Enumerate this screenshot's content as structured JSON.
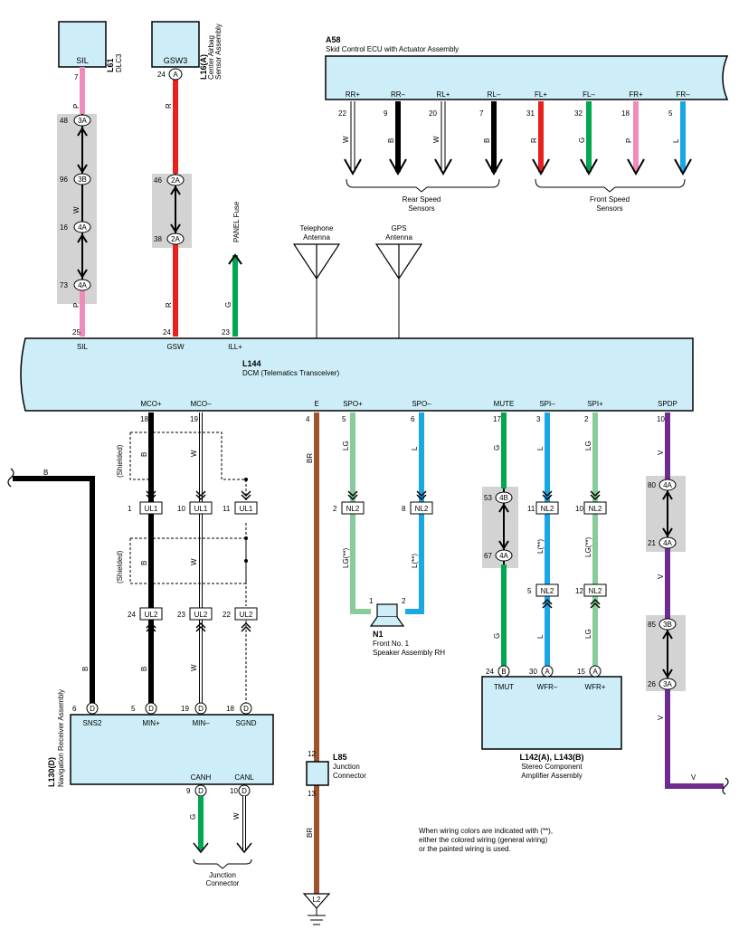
{
  "components": {
    "l61": {
      "ref": "L61",
      "name": "DLC3",
      "pin": "SIL"
    },
    "l16": {
      "ref": "L16(A)",
      "name1": "Center Airbag",
      "name2": "Sensor Assembly",
      "pin": "GSW3"
    },
    "a58": {
      "ref": "A58",
      "name": "Skid Control ECU with Actuator Assembly",
      "pins": [
        {
          "label": "RR+",
          "num": "22",
          "color": "W"
        },
        {
          "label": "RR–",
          "num": "9",
          "color": "B"
        },
        {
          "label": "RL+",
          "num": "20",
          "color": "W"
        },
        {
          "label": "RL–",
          "num": "7",
          "color": "B"
        },
        {
          "label": "FL+",
          "num": "31",
          "color": "R"
        },
        {
          "label": "FL–",
          "num": "32",
          "color": "G"
        },
        {
          "label": "FR+",
          "num": "18",
          "color": "P"
        },
        {
          "label": "FR–",
          "num": "5",
          "color": "L"
        }
      ],
      "rear_label1": "Rear Speed",
      "rear_label2": "Sensors",
      "front_label1": "Front Speed",
      "front_label2": "Sensors"
    },
    "l144": {
      "ref": "L144",
      "name": "DCM (Telematics Transceiver)",
      "top_pins": [
        {
          "label": "SIL",
          "num": "25"
        },
        {
          "label": "GSW",
          "num": "24"
        },
        {
          "label": "ILL+",
          "num": "23"
        }
      ],
      "bottom_pins": [
        {
          "label": "MCO+",
          "num": "18"
        },
        {
          "label": "MCO–",
          "num": "19"
        },
        {
          "label": "E",
          "num": "4"
        },
        {
          "label": "SPO+",
          "num": "5"
        },
        {
          "label": "SPO–",
          "num": "6"
        },
        {
          "label": "MUTE",
          "num": "17"
        },
        {
          "label": "SPI–",
          "num": "3"
        },
        {
          "label": "SPI+",
          "num": "2"
        },
        {
          "label": "SPDP",
          "num": "10"
        }
      ]
    },
    "telephone_antenna": {
      "line1": "Telephone",
      "line2": "Antenna"
    },
    "gps_antenna": {
      "line1": "GPS",
      "line2": "Antenna"
    },
    "panel_fuse": "PANEL Fuse",
    "l130": {
      "ref": "L130(D)",
      "name": "Navigation Receiver Assembly",
      "pins": [
        {
          "label": "SNS2",
          "num": "6",
          "conn": "D"
        },
        {
          "label": "MIN+",
          "num": "5",
          "conn": "D"
        },
        {
          "label": "MIN–",
          "num": "19",
          "conn": "D"
        },
        {
          "label": "SGND",
          "num": "18",
          "conn": "D"
        }
      ],
      "bottom_pins": [
        {
          "label": "CANH",
          "num": "9",
          "conn": "D",
          "color": "G"
        },
        {
          "label": "CANL",
          "num": "10",
          "conn": "D",
          "color": "W"
        }
      ]
    },
    "junction_connector": {
      "line1": "Junction",
      "line2": "Connector"
    },
    "l85": {
      "ref": "L85",
      "line1": "Junction",
      "line2": "Connector",
      "pin_top": "12",
      "pin_bottom": "13"
    },
    "n1": {
      "ref": "N1",
      "line1": "Front No. 1",
      "line2": "Speaker Assembly RH",
      "pin1": "1",
      "pin2": "2"
    },
    "l142": {
      "ref": "L142(A), L143(B)",
      "line1": "Stereo Component",
      "line2": "Amplifier Assembly",
      "pins": [
        {
          "label": "TMUT",
          "num": "24",
          "conn": "B"
        },
        {
          "label": "WFR–",
          "num": "30",
          "conn": "A"
        },
        {
          "label": "WFR+",
          "num": "15",
          "conn": "A"
        }
      ]
    },
    "ground": "L2"
  },
  "inline_connectors": {
    "sil_3a_top": {
      "num": "48",
      "conn": "3A"
    },
    "sil_3b": {
      "num": "96",
      "conn": "3B"
    },
    "sil_4a_top": {
      "num": "16",
      "conn": "4A"
    },
    "sil_4a_bot": {
      "num": "73",
      "conn": "4A"
    },
    "gsw_2a_top": {
      "num": "46",
      "conn": "2A"
    },
    "gsw_2a_bot": {
      "num": "38",
      "conn": "2A"
    },
    "mute_4b": {
      "num": "53",
      "conn": "4B"
    },
    "mute_4a": {
      "num": "67",
      "conn": "4A"
    },
    "spdp_4a_top": {
      "num": "80",
      "conn": "4A"
    },
    "spdp_4a_bot": {
      "num": "21",
      "conn": "4A"
    },
    "spdp_3b": {
      "num": "85",
      "conn": "3B"
    },
    "spdp_3a": {
      "num": "26",
      "conn": "3A"
    },
    "ul1": [
      {
        "num": "1",
        "conn": "UL1"
      },
      {
        "num": "10",
        "conn": "UL1"
      },
      {
        "num": "11",
        "conn": "UL1"
      }
    ],
    "ul2": [
      {
        "num": "24",
        "conn": "UL2"
      },
      {
        "num": "23",
        "conn": "UL2"
      },
      {
        "num": "22",
        "conn": "UL2"
      }
    ],
    "nl2_top": [
      {
        "num": "2",
        "conn": "NL2"
      },
      {
        "num": "8",
        "conn": "NL2"
      },
      {
        "num": "11",
        "conn": "NL2"
      },
      {
        "num": "10",
        "conn": "NL2"
      }
    ],
    "nl2_bot": [
      {
        "num": "5",
        "conn": "NL2"
      },
      {
        "num": "12",
        "conn": "NL2"
      }
    ]
  },
  "wire_colors": {
    "sil": "P",
    "sil_mid": "W",
    "gsw": "R",
    "ill": "G",
    "nav_b": "B",
    "mco_plus": "B",
    "mco_minus": "W",
    "e": "BR",
    "spo_plus": "LG",
    "spo_plus_low": "LG(**)",
    "spo_minus": "L",
    "spo_minus_low": "L(**)",
    "mute": "G",
    "spi_minus": "L",
    "spi_minus_mid": "L(**)",
    "spi_plus": "LG",
    "spi_plus_mid": "LG(**)",
    "spdp": "V",
    "shielded": "(Shielded)"
  },
  "colors": {
    "pink": "#f08cbc",
    "red": "#e8211d",
    "green": "#00a650",
    "light_green": "#88cc9a",
    "blue": "#1aa7e6",
    "brown": "#a0522d",
    "violet": "#6e2c91",
    "box": "#cdeef8"
  },
  "note": {
    "line1": "When wiring colors are indicated with (**),",
    "line2": "either the colored wiring (general wiring)",
    "line3": "or the painted wiring is used."
  }
}
